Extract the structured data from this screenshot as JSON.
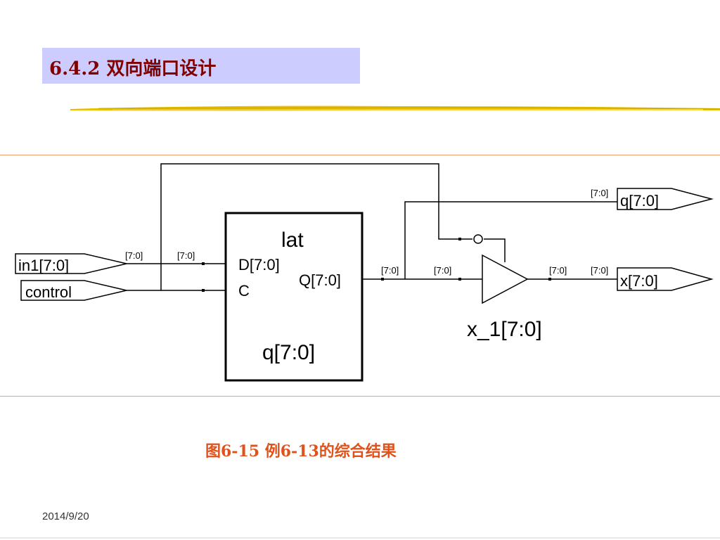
{
  "slide": {
    "title": "6.4.2  双向端口设计",
    "caption": "图6-15  例6-13的综合结果",
    "date": "2014/9/20"
  },
  "diagram": {
    "input_ports": [
      "in1[7:0]",
      "control"
    ],
    "output_ports": [
      "q[7:0]",
      "x[7:0]"
    ],
    "bus_label": "[7:0]",
    "latch": {
      "name": "lat",
      "pin_d": "D[7:0]",
      "pin_c": "C",
      "pin_q": "Q[7:0]",
      "instance": "q[7:0]"
    },
    "buffer_instance": "x_1[7:0]"
  },
  "colors": {
    "title_bg": "#ccccff",
    "title_text": "#800000",
    "caption_text": "#e0521c",
    "rule": "#f0a070",
    "brush": "#e8c000"
  }
}
